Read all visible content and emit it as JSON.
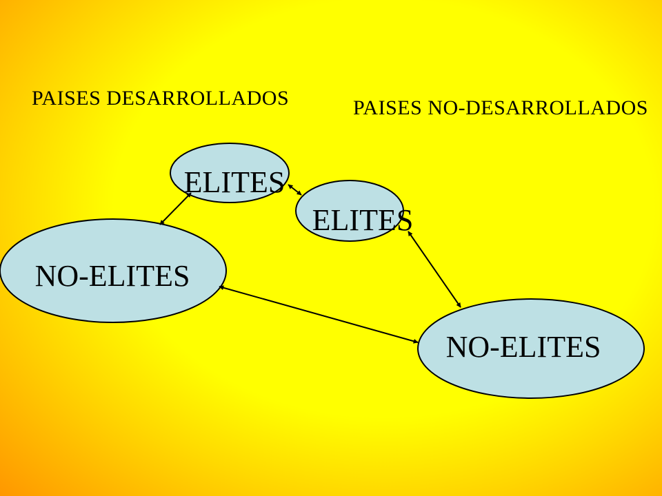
{
  "headings": {
    "left": "PAISES DESARROLLADOS",
    "right": "PAISES NO-DESARROLLADOS"
  },
  "nodes": {
    "elites_developed": "ELITES",
    "elites_undeveloped": "ELITES",
    "non_elites_developed": "NO-ELITES",
    "non_elites_undeveloped": "NO-ELITES"
  },
  "colors": {
    "node_fill": "#bde0e4",
    "outline": "#000000",
    "background_center": "#ffff00",
    "background_edge": "#ff5a00"
  }
}
